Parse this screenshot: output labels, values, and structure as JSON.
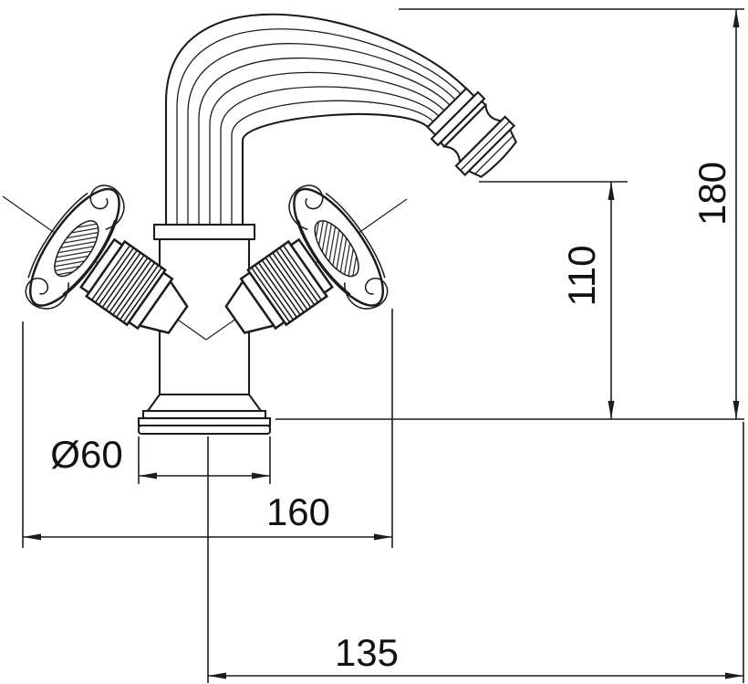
{
  "drawing": {
    "kind": "faucet-dimension-drawing"
  },
  "dimensions": {
    "base_diameter": "Ø60",
    "overall_width": "160",
    "spout_reach": "135",
    "spout_height": "110",
    "total_height": "180"
  }
}
